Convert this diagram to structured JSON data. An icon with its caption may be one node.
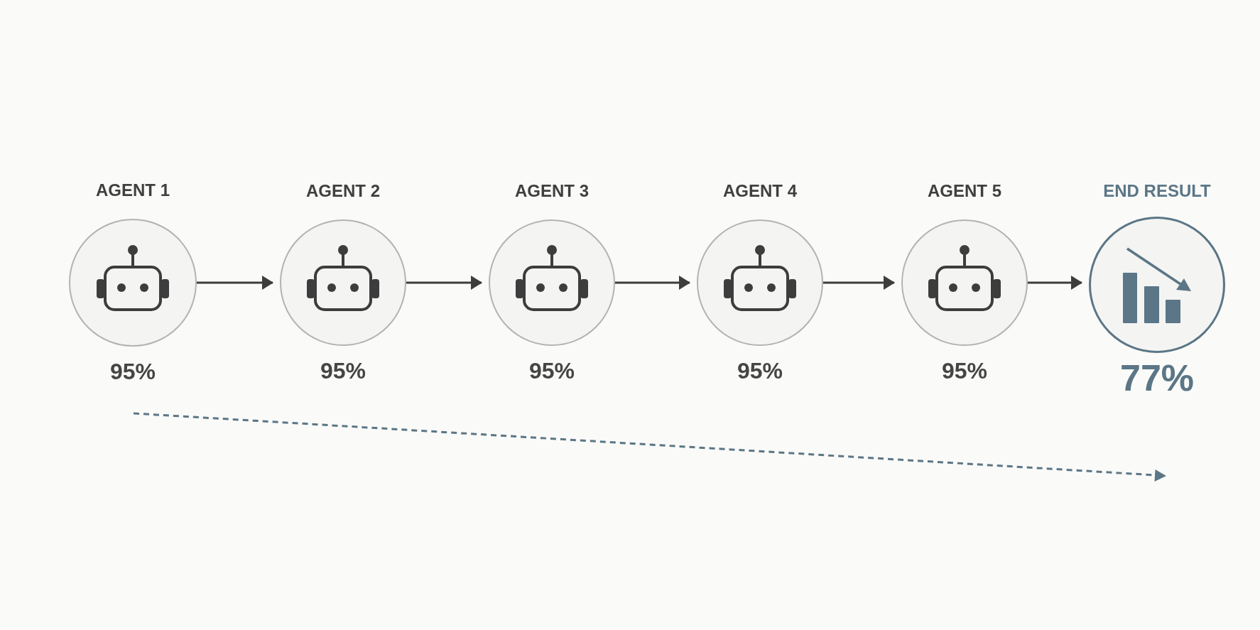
{
  "diagram": {
    "nodes": [
      {
        "text": [
          "AGENT 1"
        ],
        "beside": [
          "95%"
        ]
      },
      {
        "text": [
          "AGENT 2"
        ],
        "beside": [
          "95%"
        ]
      },
      {
        "text": [
          "AGENT 3"
        ],
        "beside": [
          "95%"
        ]
      },
      {
        "text": [
          "AGENT 4"
        ],
        "beside": [
          "95%"
        ]
      },
      {
        "text": [
          "AGENT 5"
        ],
        "beside": [
          "95%"
        ]
      },
      {
        "text": [
          "END RESULT"
        ],
        "beside": [
          "77%"
        ]
      }
    ],
    "edges": [
      {
        "from": 0,
        "to": 1,
        "arrow": "to"
      },
      {
        "from": 1,
        "to": 2,
        "arrow": "to"
      },
      {
        "from": 2,
        "to": 3,
        "arrow": "to"
      },
      {
        "from": 3,
        "to": 4,
        "arrow": "to"
      },
      {
        "from": 4,
        "to": 5,
        "arrow": "to"
      }
    ]
  }
}
